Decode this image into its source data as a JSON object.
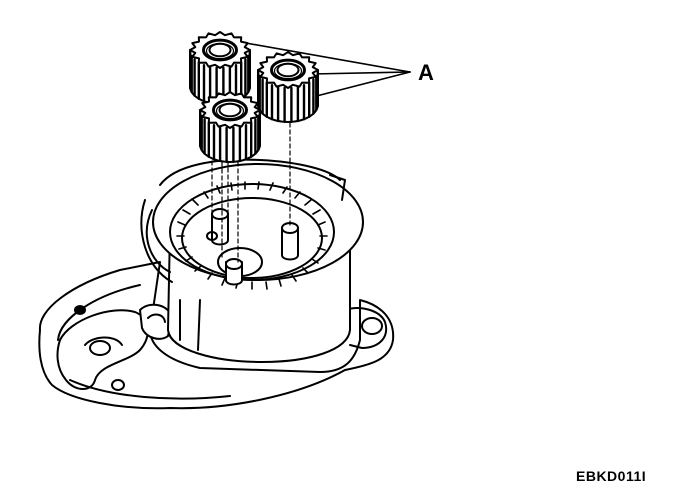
{
  "callout": {
    "label": "A"
  },
  "figure": {
    "code": "EBKD011I"
  },
  "colors": {
    "ink": "#000000",
    "paper": "#ffffff"
  },
  "parts": [
    "planetary-gear",
    "planetary-gear",
    "planetary-gear",
    "ring-gear-housing"
  ]
}
